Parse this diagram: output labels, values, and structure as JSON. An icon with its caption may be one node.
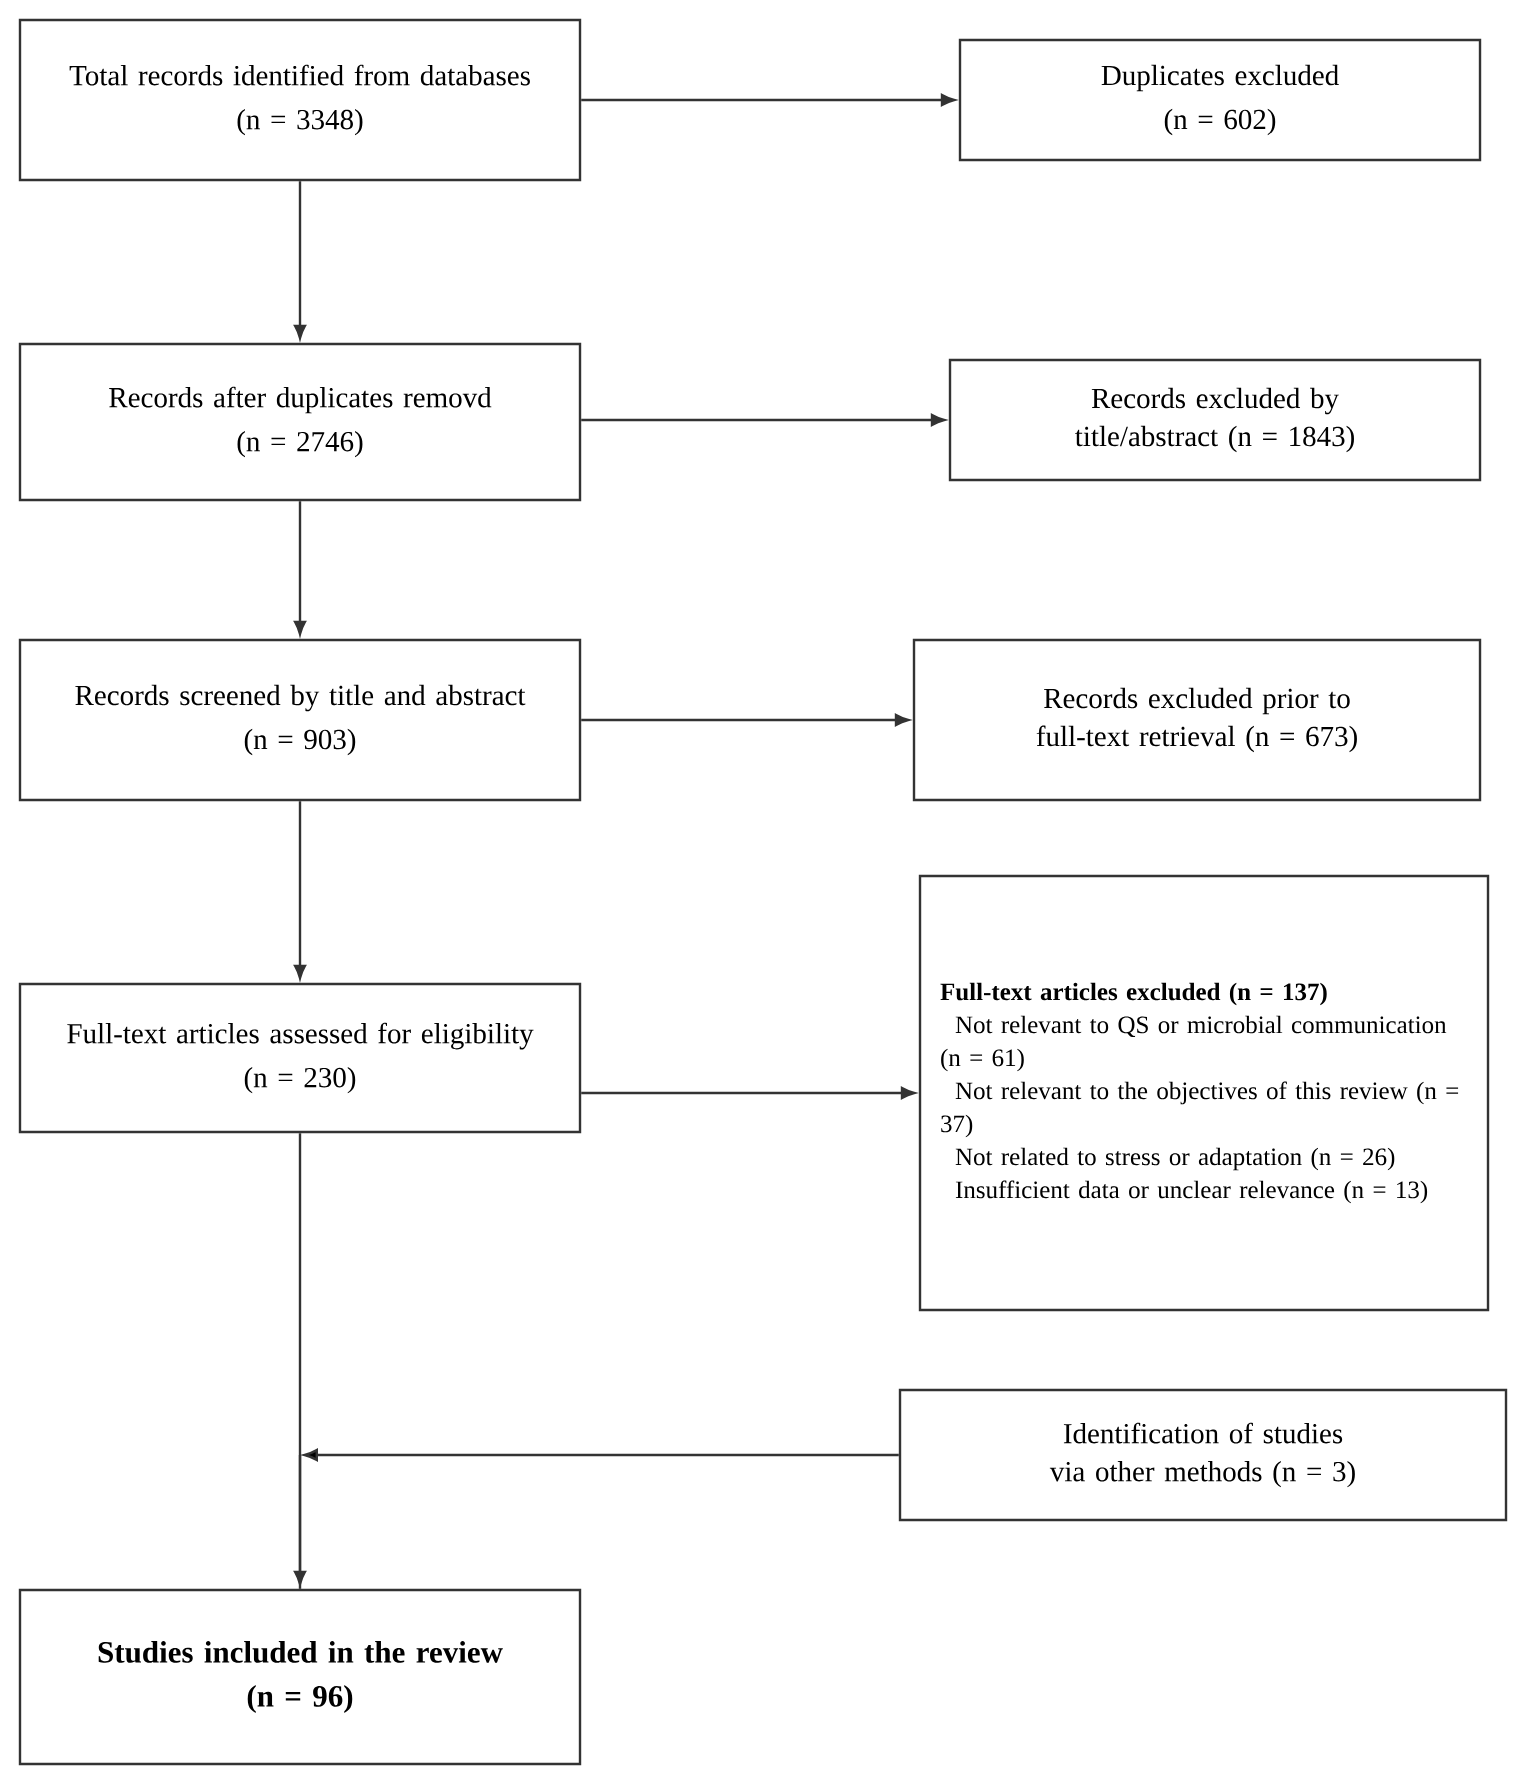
{
  "diagram": {
    "nodes": [
      {
        "text": [
          "Total records identified from databases",
          "(n = 3348)"
        ]
      },
      {
        "text": [
          "Duplicates excluded",
          "(n = 602)"
        ]
      },
      {
        "text": [
          "Records after duplicates removd",
          "(n = 2746)"
        ]
      },
      {
        "text": [
          "Records excluded by title/abstract (n = 1843)"
        ]
      },
      {
        "text": [
          "Records screened by title and abstract",
          "(n = 903)"
        ]
      },
      {
        "text": [
          "Records excluded prior to full-text retrieval (n = 673)"
        ]
      },
      {
        "text": [
          "Full-text articles assessed for eligibility",
          "(n = 230)"
        ]
      },
      {
        "text": [
          "Full-text articles excluded (n = 137)",
          "Not relevant to QS or microbial communication (n = 61)",
          "Not relevant to the objectives of this review (n = 37)",
          "Not related to stress or adaptation (n = 26)",
          "Insufficient data or unclear relevance (n = 13)"
        ]
      },
      {
        "text": [
          "Identification of studies via other methods (n = 3)"
        ]
      },
      {
        "text": [
          "Studies included in the review",
          "(n = 96)"
        ]
      }
    ],
    "edges": [
      {
        "from": 0,
        "to": 1,
        "arrow": "to"
      },
      {
        "from": 0,
        "to": 2,
        "arrow": "to"
      },
      {
        "from": 2,
        "to": 3,
        "arrow": "to"
      },
      {
        "from": 2,
        "to": 4,
        "arrow": "to"
      },
      {
        "from": 4,
        "to": 5,
        "arrow": "to"
      },
      {
        "from": 4,
        "to": 6,
        "arrow": "to"
      },
      {
        "from": 6,
        "to": 7,
        "arrow": "to"
      },
      {
        "from": 6,
        "to": 9,
        "arrow": "to"
      },
      {
        "from": 8,
        "to": 9,
        "arrow": "to"
      }
    ]
  }
}
